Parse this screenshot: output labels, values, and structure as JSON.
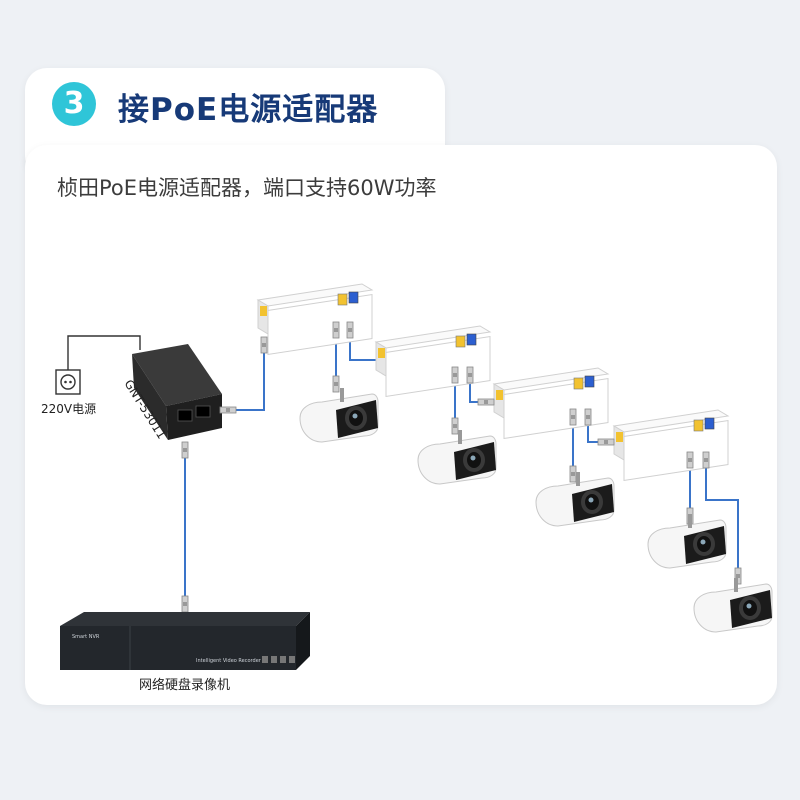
{
  "header": {
    "step_number": "3",
    "title": "接PoE电源适配器"
  },
  "subtitle": "桢田PoE电源适配器，端口支持60W功率",
  "diagram": {
    "power_outlet_label": "220V电源",
    "adapter_model": "GNT-53011",
    "nvr_caption": "网络硬盘录像机",
    "nvr_brand_text": "Smart NVR",
    "nvr_panel_text": "Intelligent Video Recorder"
  },
  "colors": {
    "title": "#173a78",
    "badge": "#2fc5d8",
    "cable": "#3a74c9",
    "port_yellow": "#f2c230",
    "port_blue": "#2c5fd0"
  },
  "icons": [
    "power-outlet-icon",
    "poe-adapter-icon",
    "poe-extender-icon",
    "bullet-camera-icon",
    "nvr-icon"
  ]
}
